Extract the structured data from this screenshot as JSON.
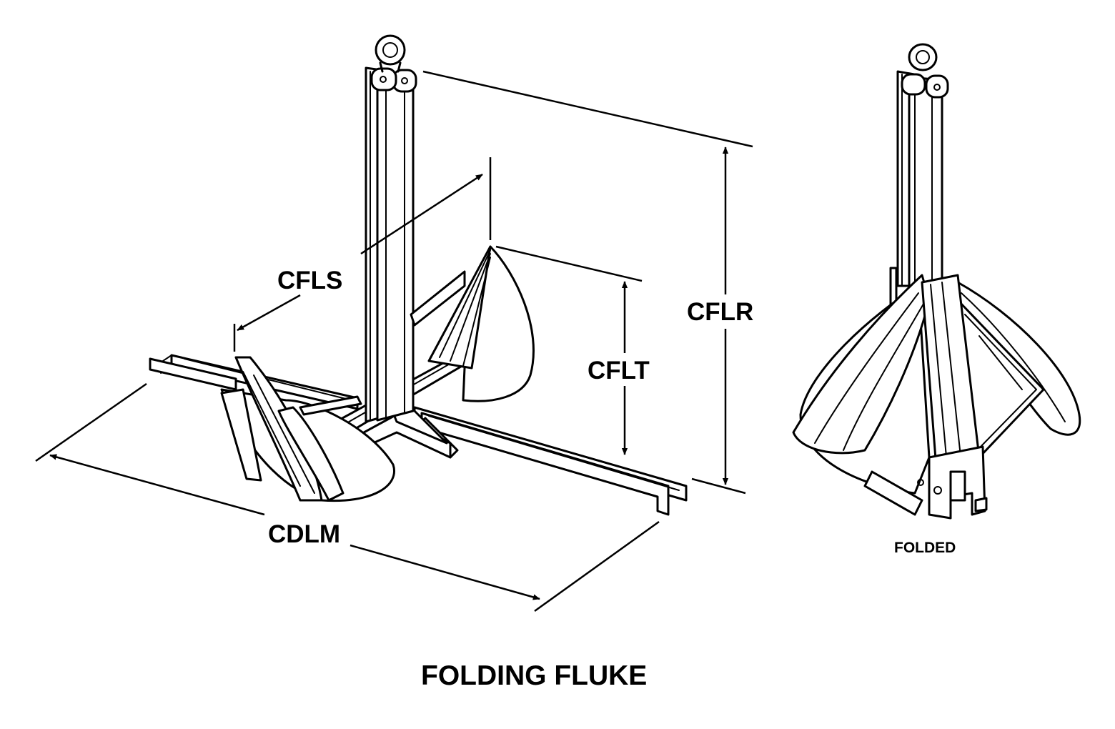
{
  "diagram": {
    "title": "FOLDING FLUKE",
    "dimensions": {
      "shank_length": "CFLS",
      "fluke_height": "CFLT",
      "overall_height": "CFLR",
      "stock_length": "CDLM"
    },
    "folded_label": "FOLDED"
  }
}
